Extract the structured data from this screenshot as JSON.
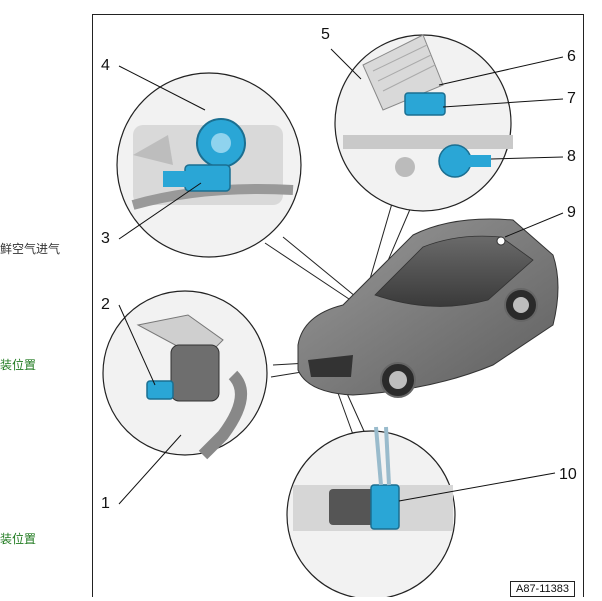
{
  "sidebar": {
    "fresh_air": "鲜空气进气",
    "location_1": "装位置",
    "location_2": "装位置"
  },
  "figure": {
    "reference": "A87-11383",
    "callouts": [
      "1",
      "2",
      "3",
      "4",
      "5",
      "6",
      "7",
      "8",
      "9",
      "10"
    ]
  },
  "colors": {
    "component_blue": "#2aa6d6",
    "frame": "#222222",
    "car_gray": "#7d7d7d",
    "link_green": "#1f7a1f"
  }
}
